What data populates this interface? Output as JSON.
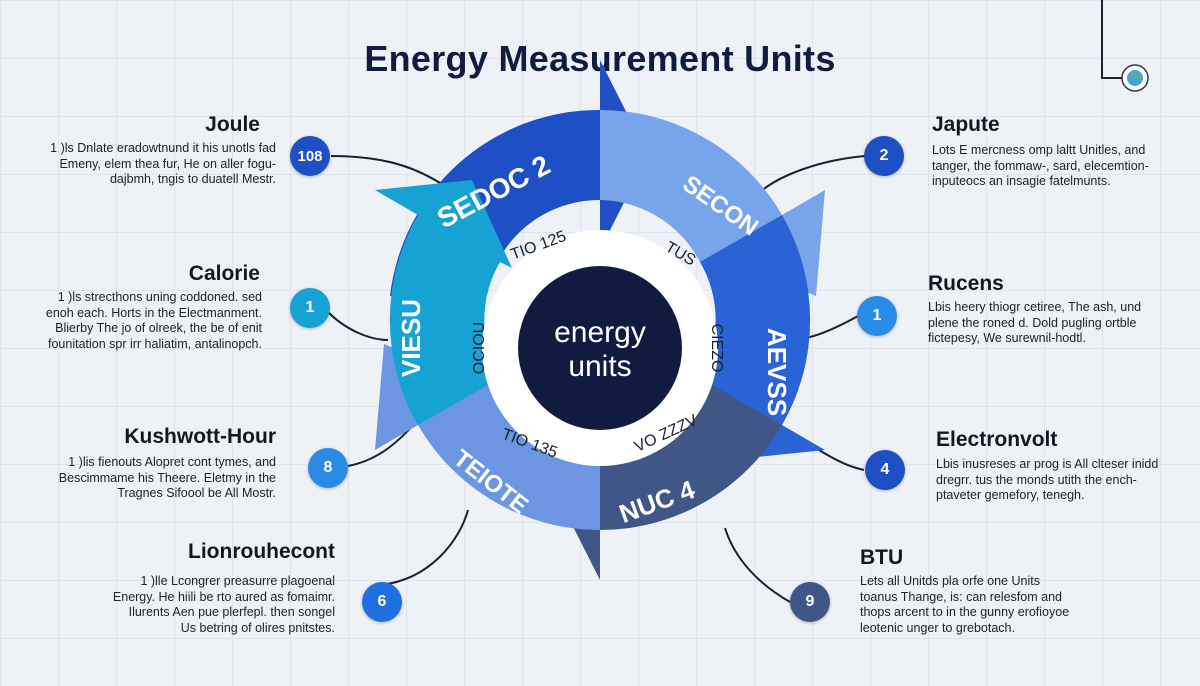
{
  "title": "Energy Measurement Units",
  "hub": {
    "line1": "energy",
    "line2": "units"
  },
  "segment_labels": [
    "SEDOC 2",
    "SECON",
    "AEVSS",
    "NUC 4",
    "TEIOTE",
    "VIESU"
  ],
  "ring_labels": [
    "TIO 125",
    "TUS",
    "CIEZO",
    "VO ZZZV",
    "TIO 135",
    "OCIOU"
  ],
  "colors": {
    "navy": "#0f1c3f",
    "blue_dark": "#1f4fc4",
    "blue_light": "#78a4ec",
    "blue_mid": "#2a63d6",
    "slate": "#3f5687",
    "periwinkle": "#6c95e2",
    "cyan": "#17a2d4"
  },
  "items": [
    {
      "side": "left",
      "title": "Joule",
      "badge": "108",
      "lines": [
        "1 )ls Dnlate eradowtnund it his unotls fad",
        "Emeny, elem thea fur, He on aller fogu-",
        "dajbmh, tngis to duatell Mestr."
      ]
    },
    {
      "side": "left",
      "title": "Calorie",
      "badge": "1",
      "lines": [
        "1 )ls strecthons uning coddoned. sed",
        "enoh each. Horts in the Electmanment.",
        "Blierby The jo of olreek, the be of enit",
        "founitation spr irr haliatim, antalinopch."
      ]
    },
    {
      "side": "left",
      "title": "Kushwott-Hour",
      "badge": "8",
      "lines": [
        "1 )lis fienouts Alopret cont tymes, and",
        "Bescimmame his Theere. Eletmy in the",
        "Tragnes Sifoool be All Mostr."
      ]
    },
    {
      "side": "left",
      "title": "Lionrouhecont",
      "badge": "6",
      "lines": [
        "1 )lle Lcongrer preasurre plagoenal",
        "Energy. He hiili be rto aured as fomaimr.",
        "Ilurents Aen pue plerfepl. then songel",
        "Us betring of olires pnitstes."
      ]
    },
    {
      "side": "right",
      "title": "Japute",
      "badge": "2",
      "lines": [
        "Lots E mercness omp laltt Unitles, and",
        "tanger, the fommaw-, sard, elecemtion-",
        "inputeocs an insagie fatelmunts."
      ]
    },
    {
      "side": "right",
      "title": "Rucens",
      "badge": "1",
      "lines": [
        "Lbis heery thiogr cetiree, The ash, und",
        "plene the roned d. Dold pugling ortble",
        "fictepesy, We surewnil-hodtl."
      ]
    },
    {
      "side": "right",
      "title": "Electronvolt",
      "badge": "4",
      "lines": [
        "Lbis inusreses ar prog is All clteser inidd",
        "dregrr. tus the monds utith the ench-",
        "ptaveter gemefory, tenegh."
      ]
    },
    {
      "side": "right",
      "title": "BTU",
      "badge": "9",
      "lines": [
        "Lets all Unitds pla orfe one Units",
        "toanus Thange, is: can relesfom and",
        "thops arcent to in the gunny erofioyoe",
        "leotenic unger to grebotach."
      ]
    }
  ]
}
